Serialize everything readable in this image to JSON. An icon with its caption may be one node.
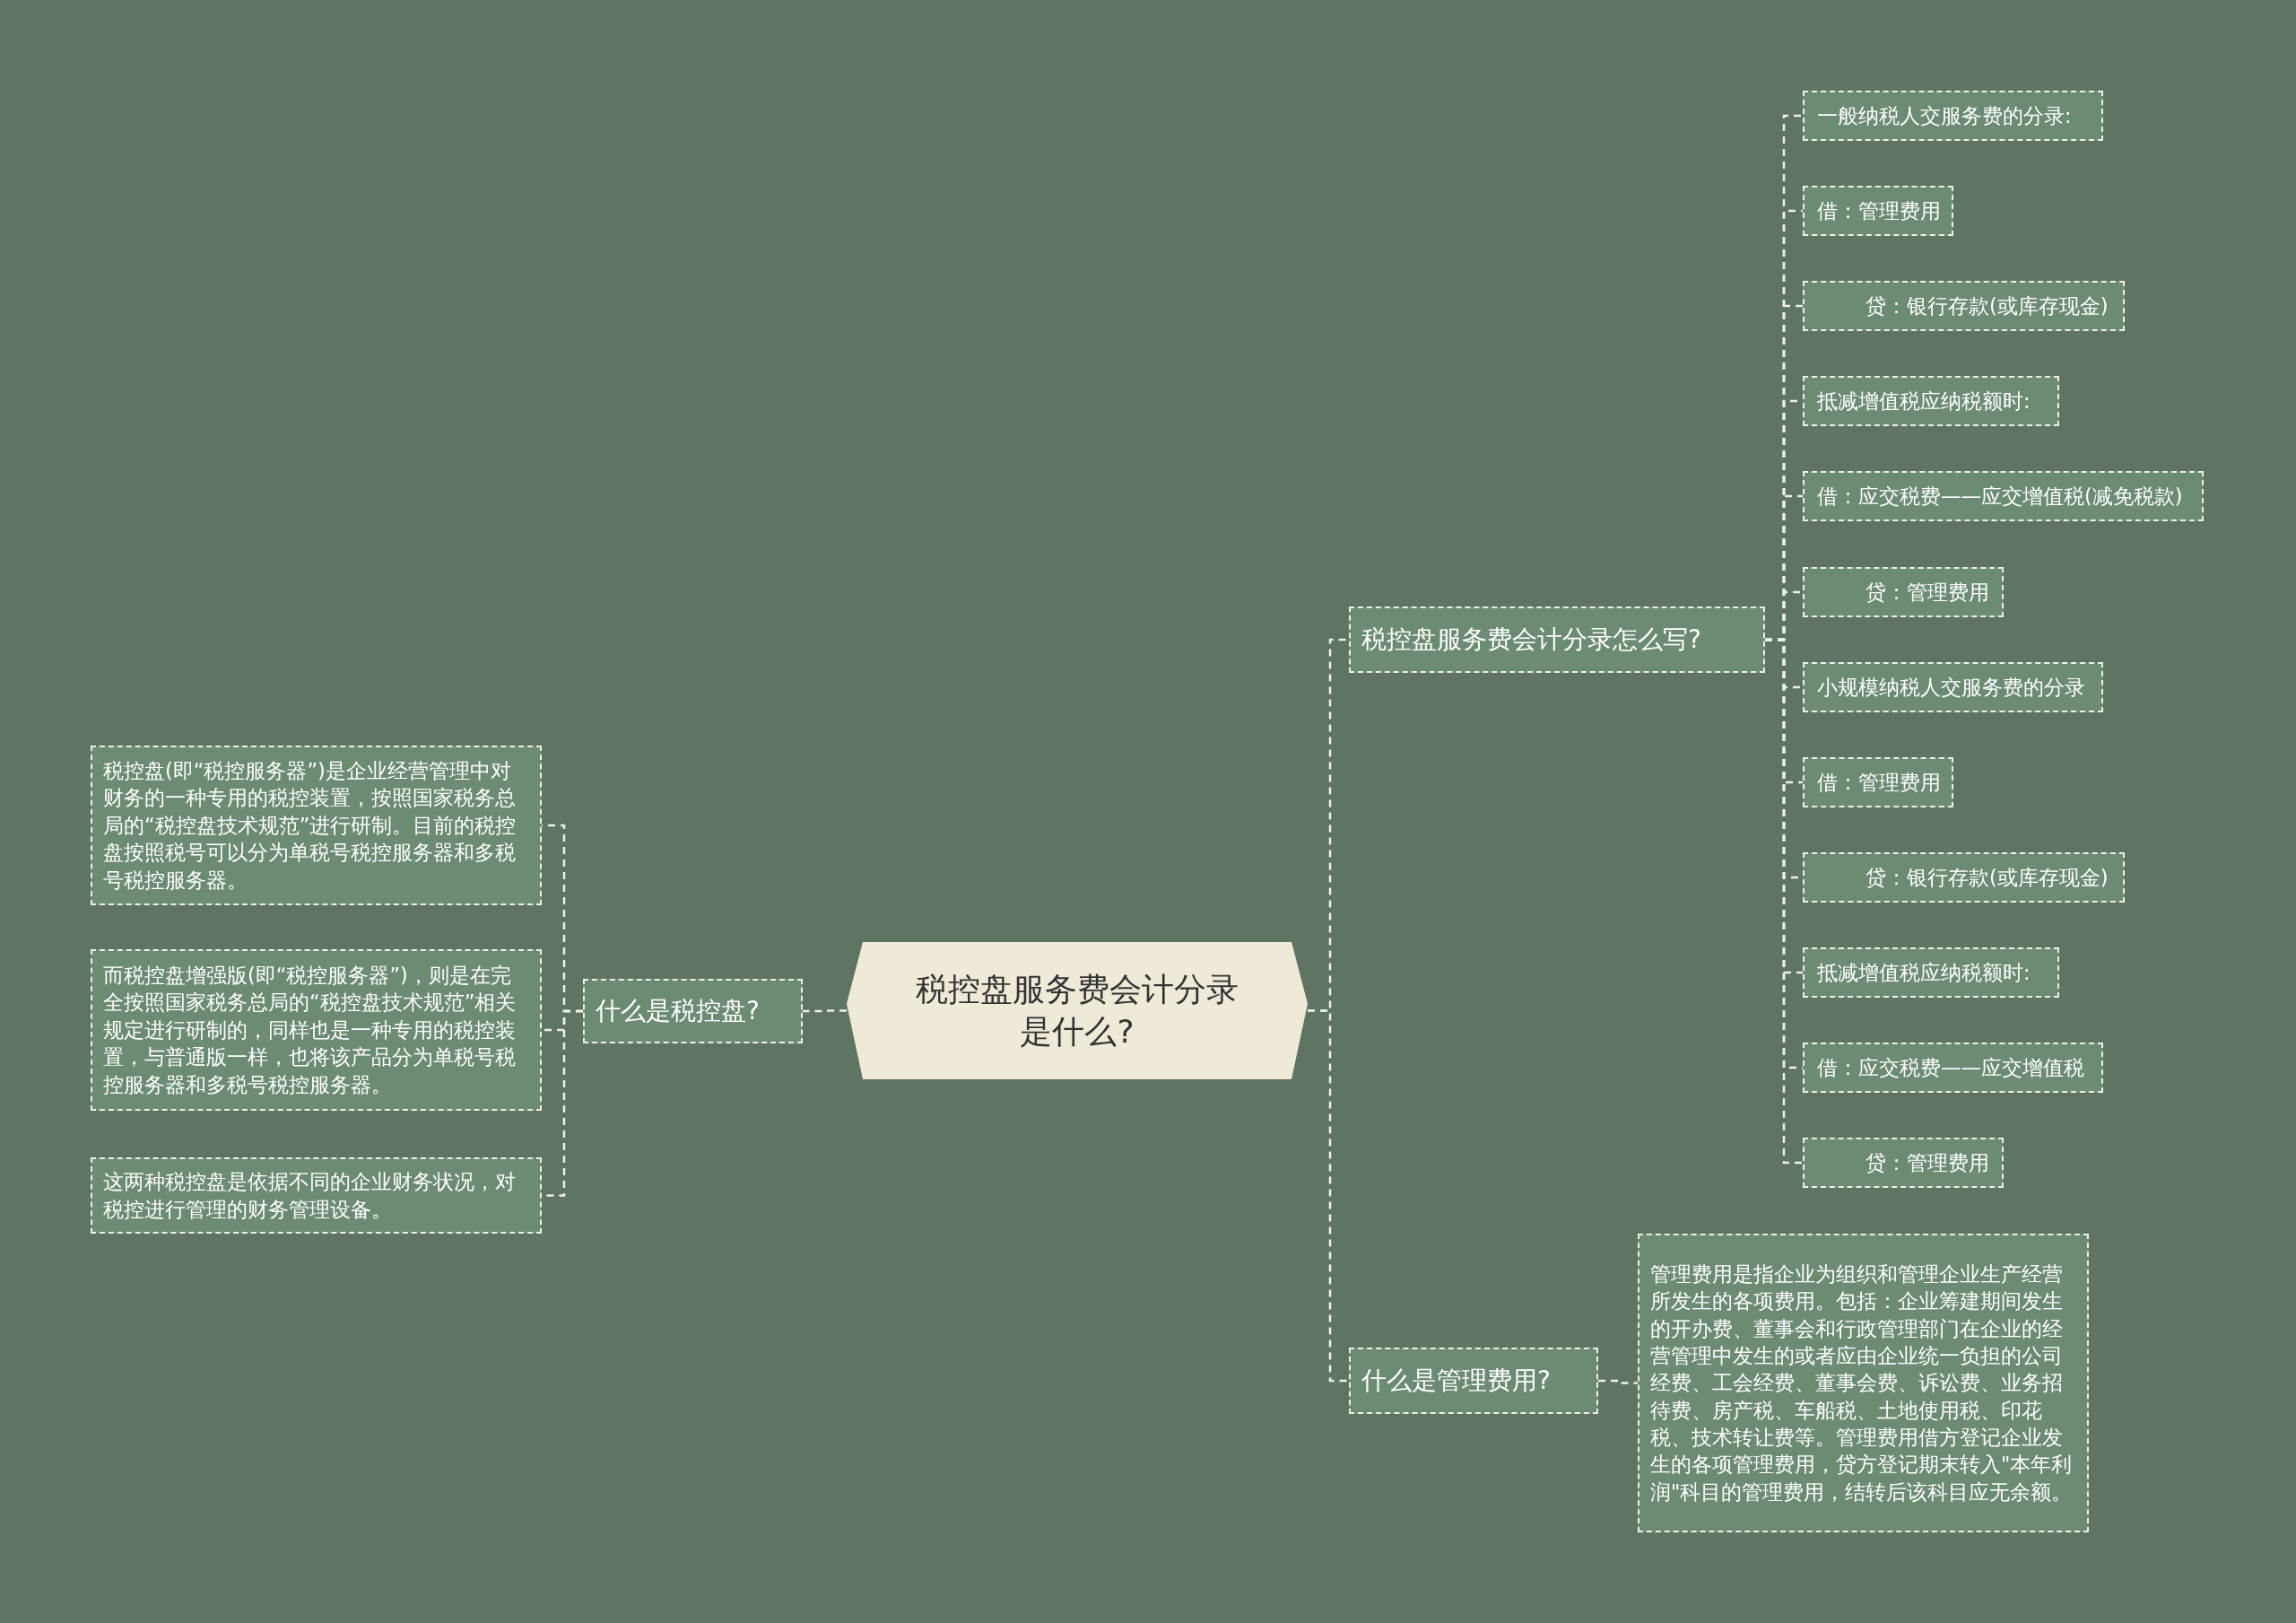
{
  "diagram": {
    "nodes": [
      {
        "text": [
          "税控盘服务费会计分录是什么?"
        ]
      },
      {
        "text": [
          "什么是税控盘?"
        ]
      },
      {
        "text": [
          "税控盘(即“税控服务器”)是企业经营管理中对财务的一种专用的税控装置，按照国家税务总局的“税控盘技术规范”进行研制。目前的税控盘按照税号可以分为单税号税控服务器和多税号税控服务器。"
        ]
      },
      {
        "text": [
          "而税控盘增强版(即“税控服务器”)，则是在完全按照国家税务总局的“税控盘技术规范”相关规定进行研制的，同样也是一种专用的税控装置，与普通版一样，也将该产品分为单税号税控服务器和多税号税控服务器。"
        ]
      },
      {
        "text": [
          "这两种税控盘是依据不同的企业财务状况，对税控进行管理的财务管理设备。"
        ]
      },
      {
        "text": [
          "税控盘服务费会计分录怎么写?"
        ]
      },
      {
        "text": [
          "一般纳税人交服务费的分录:"
        ]
      },
      {
        "text": [
          "借：管理费用"
        ]
      },
      {
        "text": [
          "贷：银行存款(或库存现金)"
        ]
      },
      {
        "text": [
          "抵减增值税应纳税额时:"
        ]
      },
      {
        "text": [
          "借：应交税费——应交增值税(减免税款)"
        ]
      },
      {
        "text": [
          "贷：管理费用"
        ]
      },
      {
        "text": [
          "小规模纳税人交服务费的分录"
        ]
      },
      {
        "text": [
          "借：管理费用"
        ]
      },
      {
        "text": [
          "贷：银行存款(或库存现金)"
        ]
      },
      {
        "text": [
          "抵减增值税应纳税额时:"
        ]
      },
      {
        "text": [
          "借：应交税费——应交增值税"
        ]
      },
      {
        "text": [
          "贷：管理费用"
        ]
      },
      {
        "text": [
          "什么是管理费用?"
        ]
      },
      {
        "text": [
          "管理费用是指企业为组织和管理企业生产经营所发生的各项费用。包括：企业筹建期间发生的开办费、董事会和行政管理部门在企业的经营管理中发生的或者应由企业统一负担的公司经费、工会经费、董事会费、诉讼费、业务招待费、房产税、车船税、土地使用税、印花税、技术转让费等。管理费用借方登记企业发生的各项管理费用，贷方登记期末转入\"本年利润\"科目的管理费用，结转后该科目应无余额。"
        ]
      }
    ],
    "edges": [
      {
        "from": 0,
        "to": 1,
        "arrow": "none"
      },
      {
        "from": 1,
        "to": 2,
        "arrow": "none"
      },
      {
        "from": 1,
        "to": 3,
        "arrow": "none"
      },
      {
        "from": 1,
        "to": 4,
        "arrow": "none"
      },
      {
        "from": 0,
        "to": 5,
        "arrow": "none"
      },
      {
        "from": 5,
        "to": 6,
        "arrow": "none"
      },
      {
        "from": 5,
        "to": 7,
        "arrow": "none"
      },
      {
        "from": 5,
        "to": 8,
        "arrow": "none"
      },
      {
        "from": 5,
        "to": 9,
        "arrow": "none"
      },
      {
        "from": 5,
        "to": 10,
        "arrow": "none"
      },
      {
        "from": 5,
        "to": 11,
        "arrow": "none"
      },
      {
        "from": 5,
        "to": 12,
        "arrow": "none"
      },
      {
        "from": 5,
        "to": 13,
        "arrow": "none"
      },
      {
        "from": 5,
        "to": 14,
        "arrow": "none"
      },
      {
        "from": 5,
        "to": 15,
        "arrow": "none"
      },
      {
        "from": 5,
        "to": 16,
        "arrow": "none"
      },
      {
        "from": 5,
        "to": 17,
        "arrow": "none"
      },
      {
        "from": 0,
        "to": 18,
        "arrow": "none"
      },
      {
        "from": 18,
        "to": 19,
        "arrow": "none"
      }
    ]
  }
}
